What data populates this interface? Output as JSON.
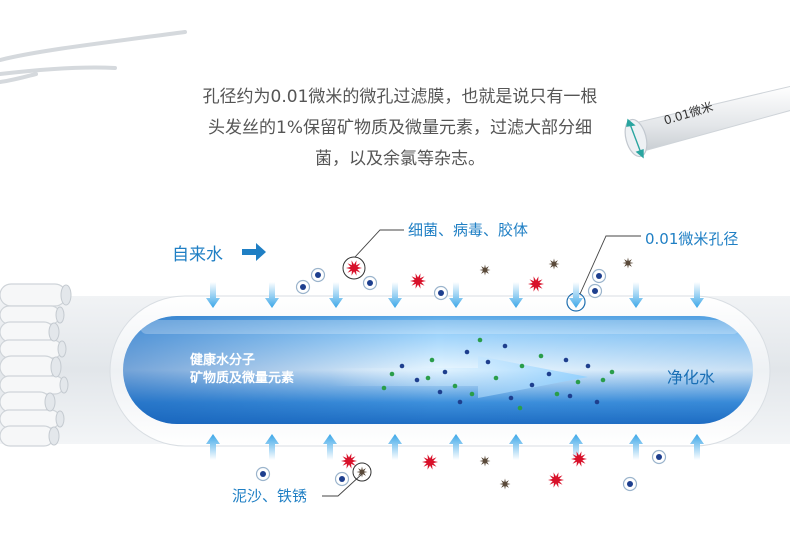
{
  "description": {
    "lines": [
      "孔径约为0.01微米的微孔过滤膜，也就是说只有一根",
      "头发丝的1%保留矿物质及微量元素，过滤大部分细",
      "菌，以及余氯等杂志。"
    ]
  },
  "labels": {
    "input_water": "自来水",
    "bacteria": "细菌、病毒、胶体",
    "pore_size": "0.01微米孔径",
    "tube_size": "0.01微米",
    "healthy_line1": "健康水分子",
    "healthy_line2": "矿物质及微量元素",
    "output_water": "净化水",
    "sand_rust": "泥沙、铁锈"
  },
  "colors": {
    "accent_blue": "#1f7fc4",
    "arrow_blue": "#4fb3ea",
    "virus_red": "#d8112a",
    "dirt_brown": "#5a4a3a",
    "text_gray": "#555555"
  },
  "icons": {
    "input_arrow": "right-arrow-icon",
    "bacteria": "virus-icon",
    "particle": "particle-icon"
  }
}
